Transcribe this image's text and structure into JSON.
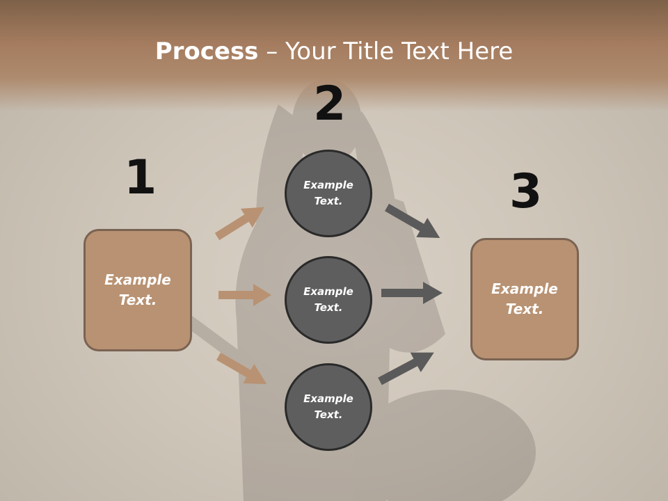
{
  "slide": {
    "title_bold": "Process",
    "title_rest": " – Your Title Text Here"
  },
  "steps": [
    {
      "number": "1"
    },
    {
      "number": "2"
    },
    {
      "number": "3"
    }
  ],
  "left_box": {
    "label": "Example\nText."
  },
  "right_box": {
    "label": "Example\nText."
  },
  "circles": [
    {
      "label": "Example\nText."
    },
    {
      "label": "Example\nText."
    },
    {
      "label": "Example\nText."
    }
  ],
  "colors": {
    "header": "#a57c5f",
    "box_fill": "#b89272",
    "box_border": "#7a6352",
    "circle_fill": "#5e5e5e",
    "arrow_left": "#b89272",
    "arrow_right": "#5a5a5a"
  }
}
